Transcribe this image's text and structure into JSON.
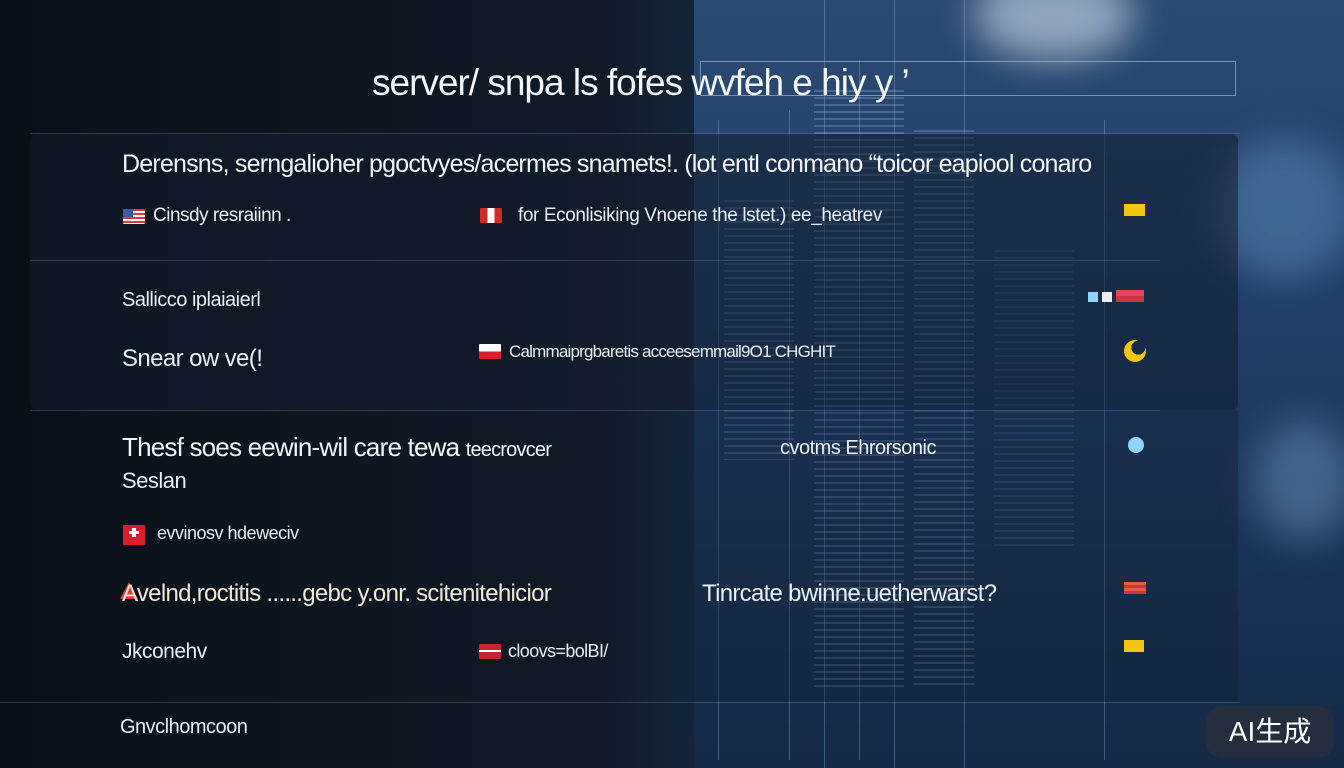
{
  "title": "server/ snpa ls fofes wvfeh e hiy y ’",
  "panel": {
    "header": "Derensns, serngalioher pgoctvyes/acermes snamets!. (lot entl conmano “toicor eapiool conaro",
    "row1": {
      "left": "Cinsdy resraiinn .",
      "right": "for Econlisiking Vnoene  the lstet.) ee_heatrev"
    },
    "row2": {
      "left": "Sallicco iplaiaierl"
    },
    "row3": {
      "left": "Snear ow ve(!",
      "right": "Calmmaiprgbaretis acceesemmail9O1 CHGHIT"
    }
  },
  "section2": {
    "heading_line1": "Thesf soes eewin-wil care tewa",
    "heading_suffix": "teecrovcer",
    "heading_line2": "Seslan",
    "right_label": "cvotms  Ehrorsonic",
    "row1": {
      "left": "evvinosv hdeweciv"
    },
    "row2": {
      "left": "Avelnd,roctitis ......gebc y.onr. scitenitehicior",
      "right": "Tinrcate bwinne.uetherwarst?"
    },
    "row3": {
      "left": "Jkconehv",
      "right": "cloovs=bolBI/"
    }
  },
  "footer": {
    "text": "Gnvclhomcoon"
  },
  "badge": {
    "label": "AI生成"
  },
  "colors": {
    "yellow": "#f2c511",
    "red": "#d8202a",
    "cyan": "#8fd3ff",
    "text": "#e9eef4"
  }
}
